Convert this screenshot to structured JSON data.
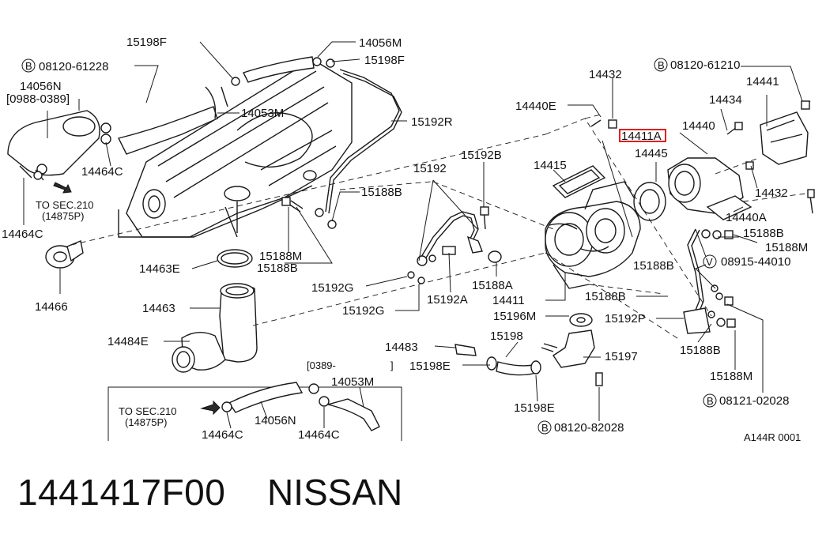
{
  "labels": {
    "c_08120_61228": "08120-61228",
    "p_15198F_a": "15198F",
    "p_14056M": "14056M",
    "p_15198F_b": "15198F",
    "p_14056N": "14056N",
    "p_range_a": "[0988-0389]",
    "p_14053M_a": "14053M",
    "p_15192R": "15192R",
    "p_14464C_a": "14464C",
    "p_to_sec_a": "TO SEC.210",
    "p_to_sec_a2": "(14875P)",
    "p_14464C_b": "14464C",
    "p_15192B": "15192B",
    "p_15192": "15192",
    "p_15188B_a": "15188B",
    "p_14466": "14466",
    "p_14463E": "14463E",
    "p_15188M_a": "15188M",
    "p_15188B_b": "15188B",
    "p_15192G_a": "15192G",
    "p_15188A": "15188A",
    "p_15192A": "15192A",
    "p_14463": "14463",
    "p_15192G_b": "15192G",
    "p_14484E": "14484E",
    "p_14432_a": "14432",
    "p_14440E": "14440E",
    "p_14411A": "14411A",
    "p_14415": "14415",
    "c_08120_61210": "08120-61210",
    "p_14441": "14441",
    "p_14434": "14434",
    "p_14440": "14440",
    "p_14445": "14445",
    "p_14432_b": "14432",
    "p_14440A": "14440A",
    "p_15188B_c": "15188B",
    "p_15188M_b": "15188M",
    "p_15188B_d": "15188B",
    "v_08915_44010": "08915-44010",
    "p_14411": "14411",
    "p_15188B_e": "15188B",
    "p_15196M": "15196M",
    "p_15192P": "15192P",
    "p_15188B_f": "15188B",
    "p_14483": "14483",
    "p_15198": "15198",
    "p_15197": "15197",
    "p_15198E_a": "15198E",
    "p_15188M_c": "15188M",
    "p_range_b": "[0389-",
    "p_range_b_end": "]",
    "p_14053M_b": "14053M",
    "p_to_sec_b": "TO SEC.210",
    "p_to_sec_b2": "(14875P)",
    "p_14056N_b": "14056N",
    "p_14464C_c": "14464C",
    "p_14464C_d": "14464C",
    "p_15198E_b": "15198E",
    "c_08120_82028": "08120-82028",
    "c_08121_02028": "08121-02028",
    "drawing_code": "A144R 0001",
    "bolt_symbol": "B",
    "washer_symbol": "V"
  },
  "footer": {
    "part_number": "1441417F00",
    "brand": "NISSAN"
  },
  "colors": {
    "highlight": "#e02020",
    "ink": "#1a1a1a"
  }
}
